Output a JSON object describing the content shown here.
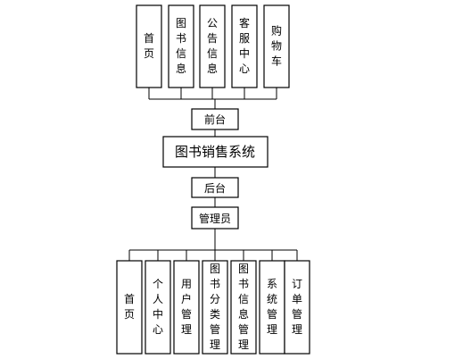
{
  "diagram": {
    "root": {
      "label": "图书销售系统"
    },
    "frontend": {
      "label": "前台",
      "items": [
        "首页",
        "图书信息",
        "公告信息",
        "客服中心",
        "购物车"
      ]
    },
    "backend": {
      "label": "后台",
      "role": "管理员",
      "items": [
        "首页",
        "个人中心",
        "用户管理",
        "图书分类管理",
        "图书信息管理",
        "系统管理",
        "订单管理"
      ]
    }
  }
}
